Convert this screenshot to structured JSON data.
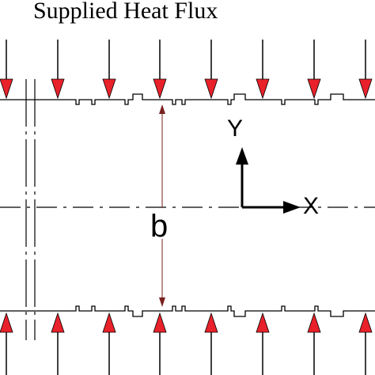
{
  "diagram": {
    "title": "Supplied Heat Flux",
    "label_y": "Y",
    "label_x": "X",
    "label_gap": "b"
  },
  "colors": {
    "arrow_fill": "#e8212a",
    "stroke": "#000000",
    "dimension_line": "#7a1f1f"
  },
  "arrows": {
    "count_per_row": 8,
    "direction_top": "down",
    "direction_bottom": "up"
  }
}
